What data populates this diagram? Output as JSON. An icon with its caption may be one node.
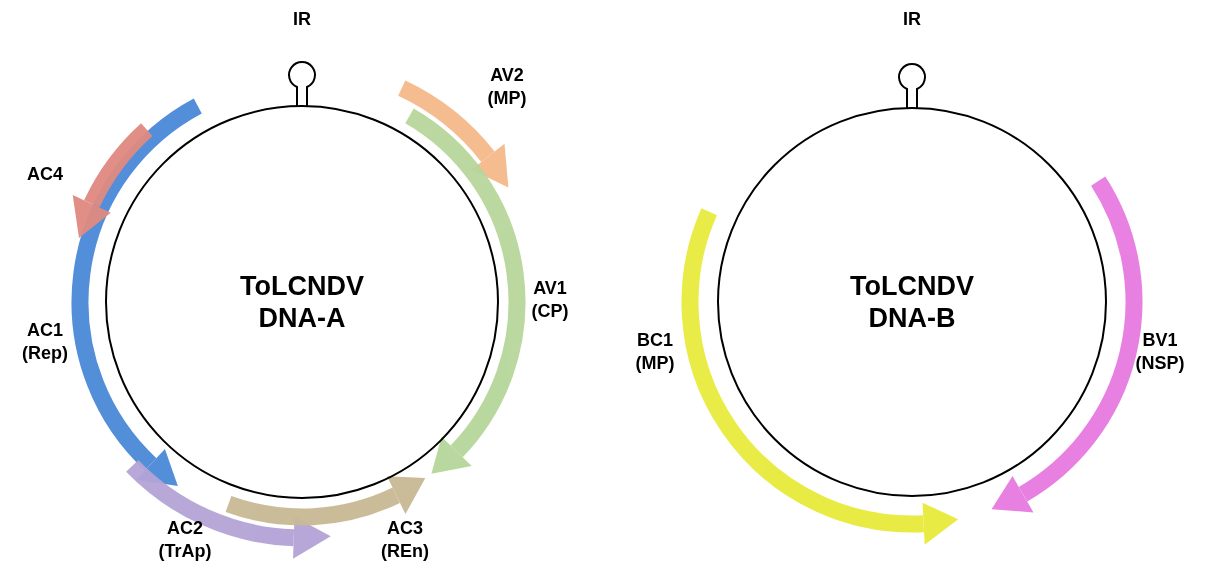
{
  "diagram": {
    "nodes": [
      {
        "text": [
          "ToLCNDV DNA-A"
        ]
      },
      {
        "text": [
          "ToLCNDV DNA-B"
        ]
      }
    ],
    "edges": [],
    "labels": [
      "IR",
      "AV2 (MP)",
      "AC4",
      "AC1 (Rep)",
      "AV1 (CP)",
      "AC2 (TrAp)",
      "AC3 (REn)",
      "IR",
      "BC1 (MP)",
      "BV1 (NSP)"
    ]
  }
}
